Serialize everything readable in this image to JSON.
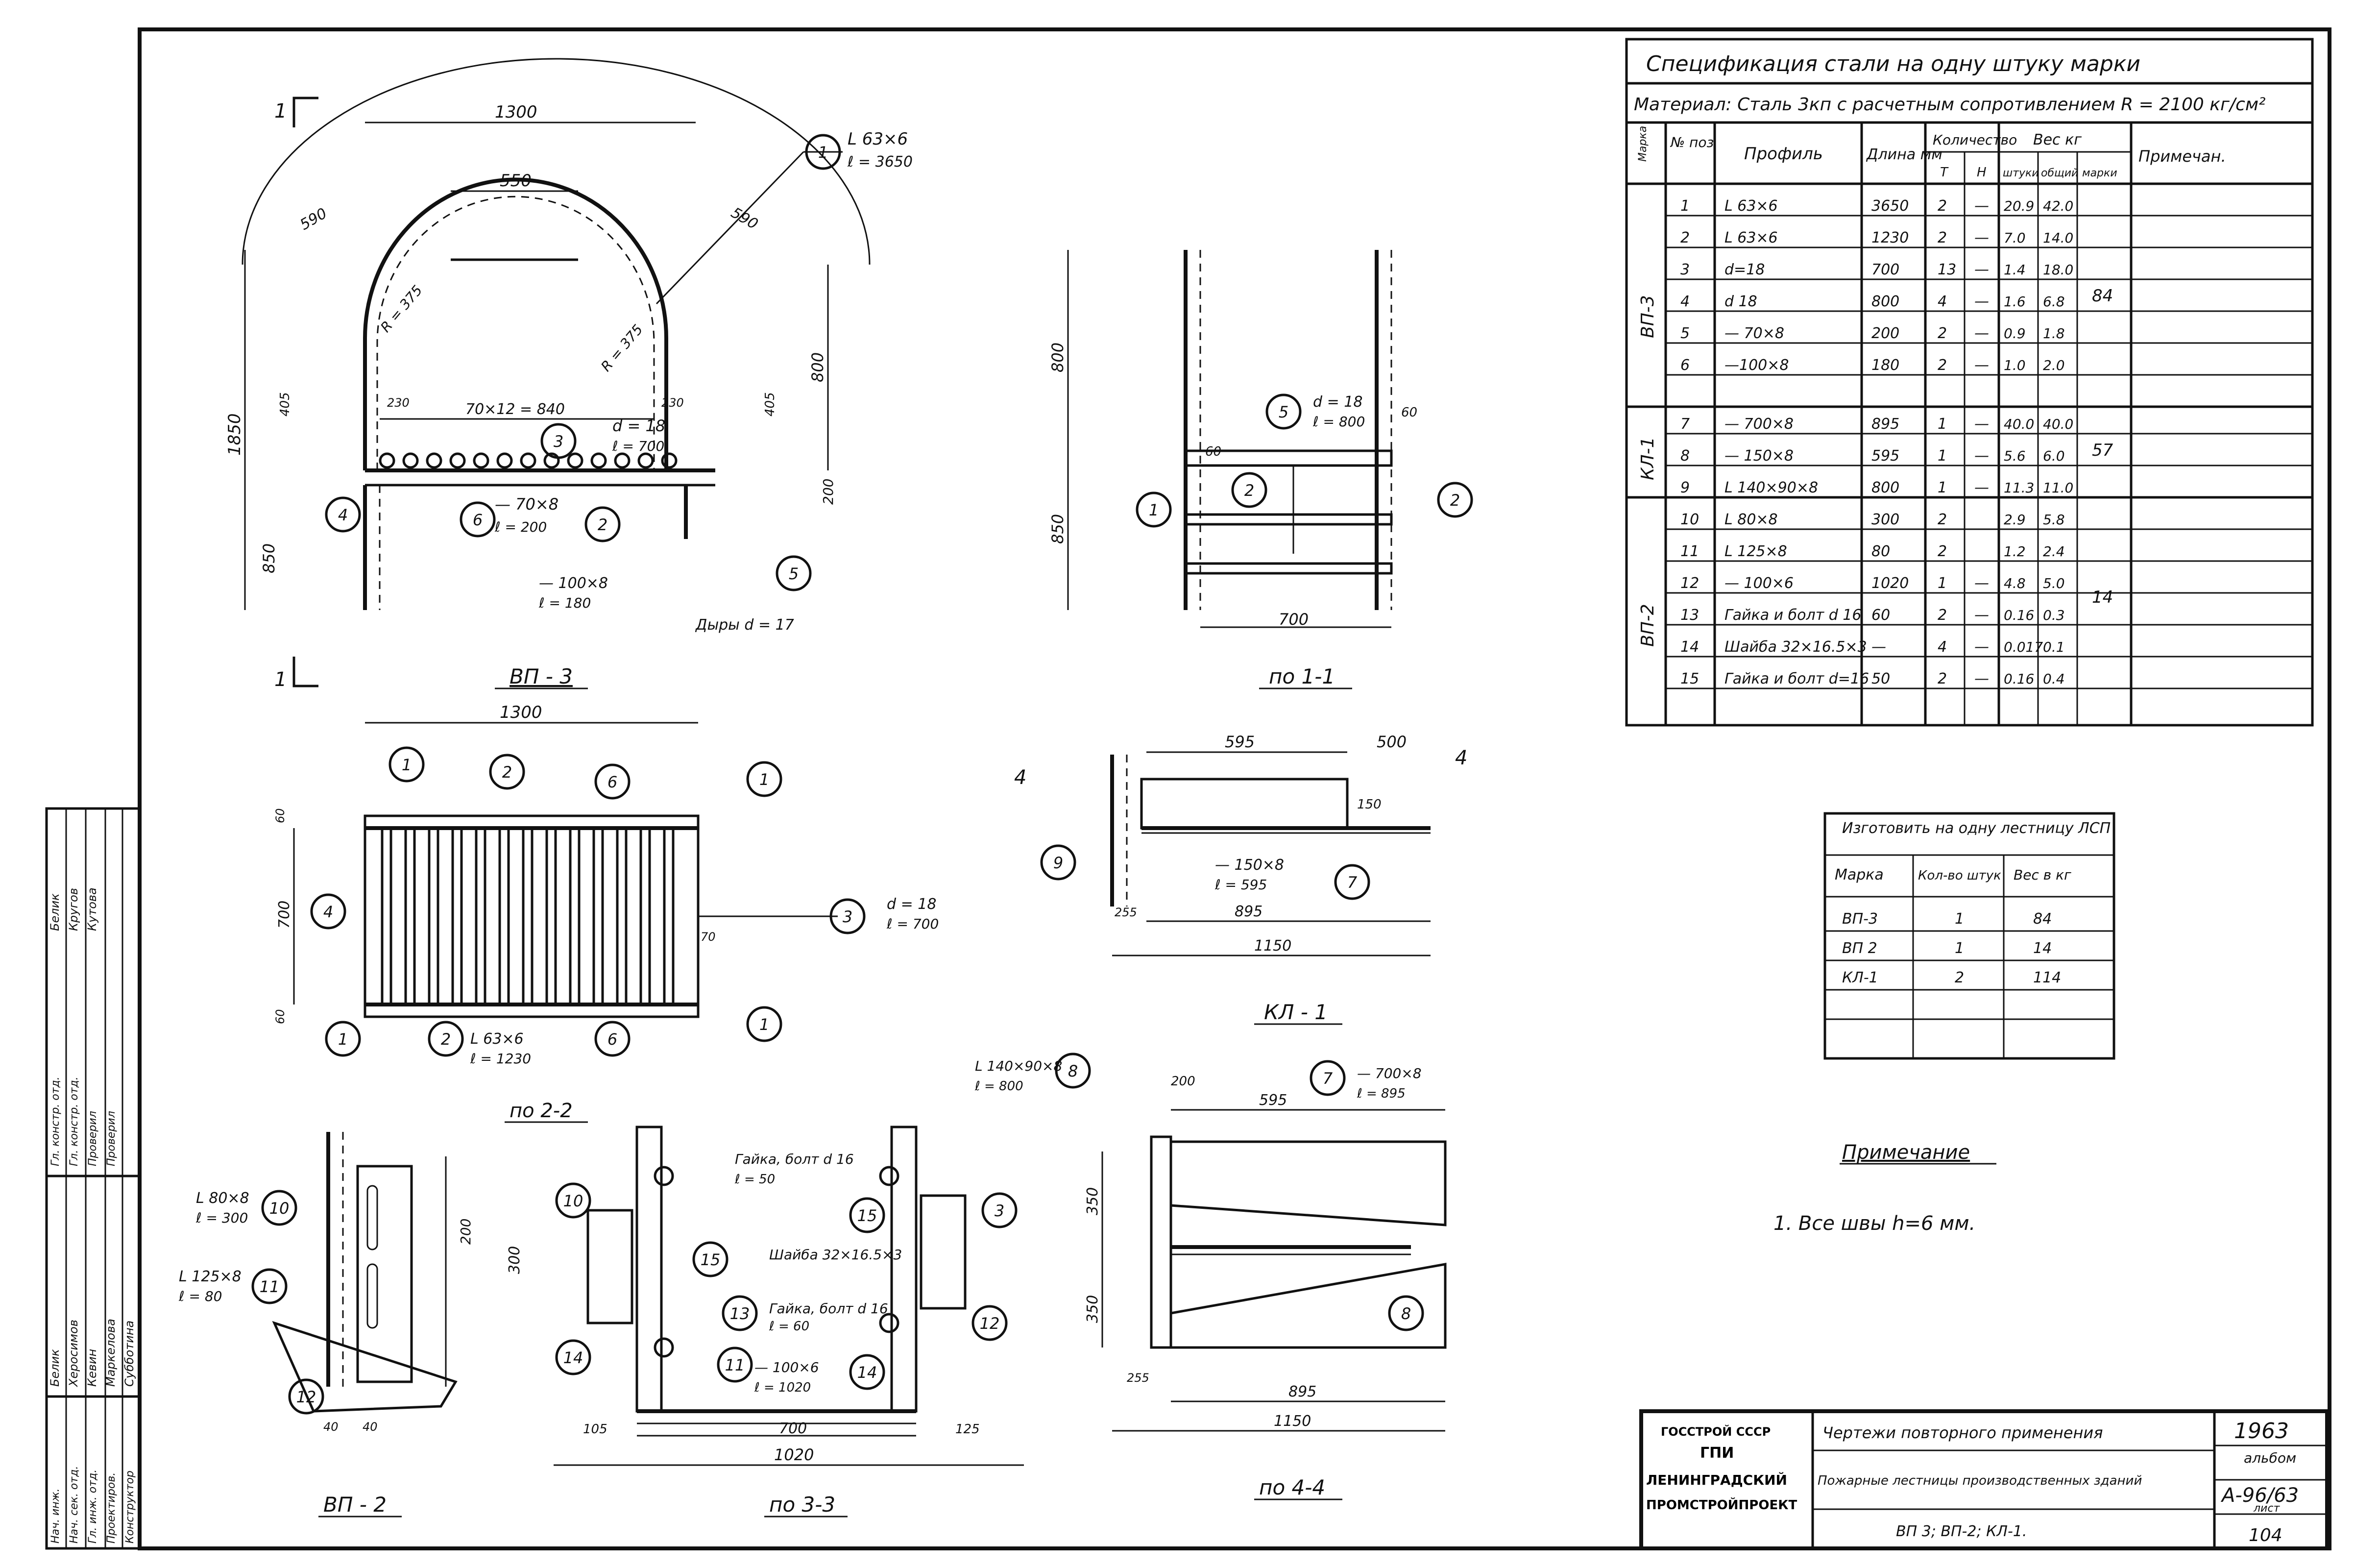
{
  "spec": {
    "title": "Спецификация стали на одну штуку марки",
    "material": "Материал: Сталь 3кп с расчетным сопротивлением R = 2100 кг/см²",
    "headers": {
      "mark": "Марка",
      "pos": "№ поз",
      "profile": "Профиль",
      "length": "Длина мм",
      "qty": "Количество",
      "qty_t": "Т",
      "qty_n": "Н",
      "weight": "Вес кг",
      "w_one": "штуки",
      "w_all": "общий",
      "w_mark": "марки",
      "note": "Примечан."
    },
    "groups": [
      {
        "mark": "ВП-3",
        "total": "84",
        "rows": [
          {
            "pos": "1",
            "profile": "L 63×6",
            "length": "3650",
            "t": "2",
            "n": "—",
            "one": "20.9",
            "all": "42.0"
          },
          {
            "pos": "2",
            "profile": "L 63×6",
            "length": "1230",
            "t": "2",
            "n": "—",
            "one": "7.0",
            "all": "14.0"
          },
          {
            "pos": "3",
            "profile": "d=18",
            "length": "700",
            "t": "13",
            "n": "—",
            "one": "1.4",
            "all": "18.0"
          },
          {
            "pos": "4",
            "profile": "d 18",
            "length": "800",
            "t": "4",
            "n": "—",
            "one": "1.6",
            "all": "6.8"
          },
          {
            "pos": "5",
            "profile": "— 70×8",
            "length": "200",
            "t": "2",
            "n": "—",
            "one": "0.9",
            "all": "1.8"
          },
          {
            "pos": "6",
            "profile": "—100×8",
            "length": "180",
            "t": "2",
            "n": "—",
            "one": "1.0",
            "all": "2.0"
          }
        ]
      },
      {
        "mark": "КЛ-1",
        "total": "57",
        "rows": [
          {
            "pos": "7",
            "profile": "— 700×8",
            "length": "895",
            "t": "1",
            "n": "—",
            "one": "40.0",
            "all": "40.0"
          },
          {
            "pos": "8",
            "profile": "— 150×8",
            "length": "595",
            "t": "1",
            "n": "—",
            "one": "5.6",
            "all": "6.0"
          },
          {
            "pos": "9",
            "profile": "L 140×90×8",
            "length": "800",
            "t": "1",
            "n": "—",
            "one": "11.3",
            "all": "11.0"
          }
        ]
      },
      {
        "mark": "ВП-2",
        "total": "14",
        "rows": [
          {
            "pos": "10",
            "profile": "L 80×8",
            "length": "300",
            "t": "2",
            "n": "",
            "one": "2.9",
            "all": "5.8"
          },
          {
            "pos": "11",
            "profile": "L 125×8",
            "length": "80",
            "t": "2",
            "n": "",
            "one": "1.2",
            "all": "2.4"
          },
          {
            "pos": "12",
            "profile": "— 100×6",
            "length": "1020",
            "t": "1",
            "n": "—",
            "one": "4.8",
            "all": "5.0"
          },
          {
            "pos": "13",
            "profile": "Гайка и болт d 16",
            "length": "60",
            "t": "2",
            "n": "—",
            "one": "0.16",
            "all": "0.3"
          },
          {
            "pos": "14",
            "profile": "Шайба 32×16.5×3",
            "length": "—",
            "t": "4",
            "n": "—",
            "one": "0.017",
            "all": "0.1"
          },
          {
            "pos": "15",
            "profile": "Гайка и болт d=16",
            "length": "50",
            "t": "2",
            "n": "—",
            "one": "0.16",
            "all": "0.4"
          }
        ]
      }
    ]
  },
  "made_table": {
    "title": "Изготовить на одну лестницу ЛСП",
    "headers": [
      "Марка",
      "Кол-во штук",
      "Вес в кг"
    ],
    "rows": [
      [
        "ВП-3",
        "1",
        "84"
      ],
      [
        "ВП 2",
        "1",
        "14"
      ],
      [
        "КЛ-1",
        "2",
        "114"
      ]
    ]
  },
  "note": {
    "title": "Примечание",
    "text": "1. Все швы h=6 мм."
  },
  "views": {
    "vp3": "ВП - 3",
    "s11": "по 1-1",
    "kl1": "КЛ - 1",
    "s22": "по 2-2",
    "vp2": "ВП - 2",
    "s33": "по 3-3",
    "s44": "по 4-4"
  },
  "dims": {
    "d1300a": "1300",
    "d550": "550",
    "d590a": "590",
    "d590b": "590",
    "d1850": "1850",
    "d800": "800",
    "d850": "850",
    "d200": "200",
    "d405a": "405",
    "d405b": "405",
    "d700x12": "70×12 = 840",
    "d230a": "230",
    "d230b": "230",
    "r375a": "R = 375",
    "r375b": "R = 375",
    "holes": "Дыры d = 17",
    "c1": "L 63×6",
    "c1l": "ℓ = 3650",
    "c3": "d = 18",
    "c3l": "ℓ = 700",
    "c5": "— 70×8",
    "c5l": "ℓ = 200",
    "c6": "— 100×8",
    "c6l": "ℓ = 180",
    "s11_800": "800",
    "s11_850": "850",
    "s11_700": "700",
    "s11_60a": "60",
    "s11_60b": "60",
    "s11_4": "d = 18",
    "s11_4l": "ℓ = 800",
    "p1300": "1300",
    "p700": "700",
    "p60a": "60",
    "p60b": "60",
    "p3": "d = 18",
    "p3l": "ℓ = 700",
    "p2": "L 63×6",
    "p2l": "ℓ = 1230",
    "p70": "70",
    "k595": "595",
    "k500": "500",
    "k150": "150",
    "k895": "895",
    "k1150": "1150",
    "k255": "255",
    "k8": "— 150×8",
    "k8l": "ℓ = 595",
    "s44_595": "595",
    "s44_895": "895",
    "s44_1150": "1150",
    "s44_200": "200",
    "s44_350a": "350",
    "s44_350b": "350",
    "s44_255": "255",
    "c9": "L 140×90×8",
    "c9l": "ℓ = 800",
    "c7": "— 700×8",
    "c7l": "ℓ = 895",
    "c10": "L 80×8",
    "c10l": "ℓ = 300",
    "c11": "L 125×8",
    "c11l": "ℓ = 80",
    "s33_1020": "1020",
    "s33_700": "700",
    "s33_105": "105",
    "s33_125": "125",
    "c13": "Гайка, болт d 16",
    "c13l": "ℓ = 60",
    "c14": "Шайба 32×16.5×3",
    "c15": "Гайка, болт d 16",
    "c15l": "ℓ = 50",
    "c12": "— 100×6",
    "c12l": "ℓ = 1020",
    "v2_300": "300",
    "v2_200": "200",
    "v2_40a": "40",
    "v2_40b": "40"
  },
  "stamp": {
    "org1": "ГОССТРОЙ СССР",
    "org2": "ГПИ",
    "org3": "ЛЕНИНГРАДСКИЙ",
    "org4": "ПРОМСТРОЙПРОЕКТ",
    "title1": "Чертежи повторного применения",
    "title2": "Пожарные лестницы производственных зданий",
    "title3": "ВП 3; ВП-2; КЛ-1.",
    "code1": "1963",
    "code2": "альбом",
    "code3": "А-96/63",
    "code4": "лист",
    "code5": "104"
  },
  "side_stamp": {
    "roles": [
      "Нач. инж.",
      "Нач. сек. отд.",
      "Гл. инж. отд.",
      "Проектиров.",
      "Конструктор"
    ],
    "names": [
      "Белик",
      "Херосимов",
      "Кевин",
      "Маркелова",
      "Субботина"
    ],
    "roles2": [
      "Гл. констр. отд.",
      "Гл. констр. отд.",
      "Проверил",
      "Проверил"
    ],
    "names2": [
      "Белик",
      "Кругов",
      "Кутова"
    ]
  },
  "callouts": [
    "1",
    "2",
    "3",
    "4",
    "5",
    "6",
    "7",
    "8",
    "9",
    "10",
    "11",
    "12",
    "13",
    "14",
    "15"
  ]
}
